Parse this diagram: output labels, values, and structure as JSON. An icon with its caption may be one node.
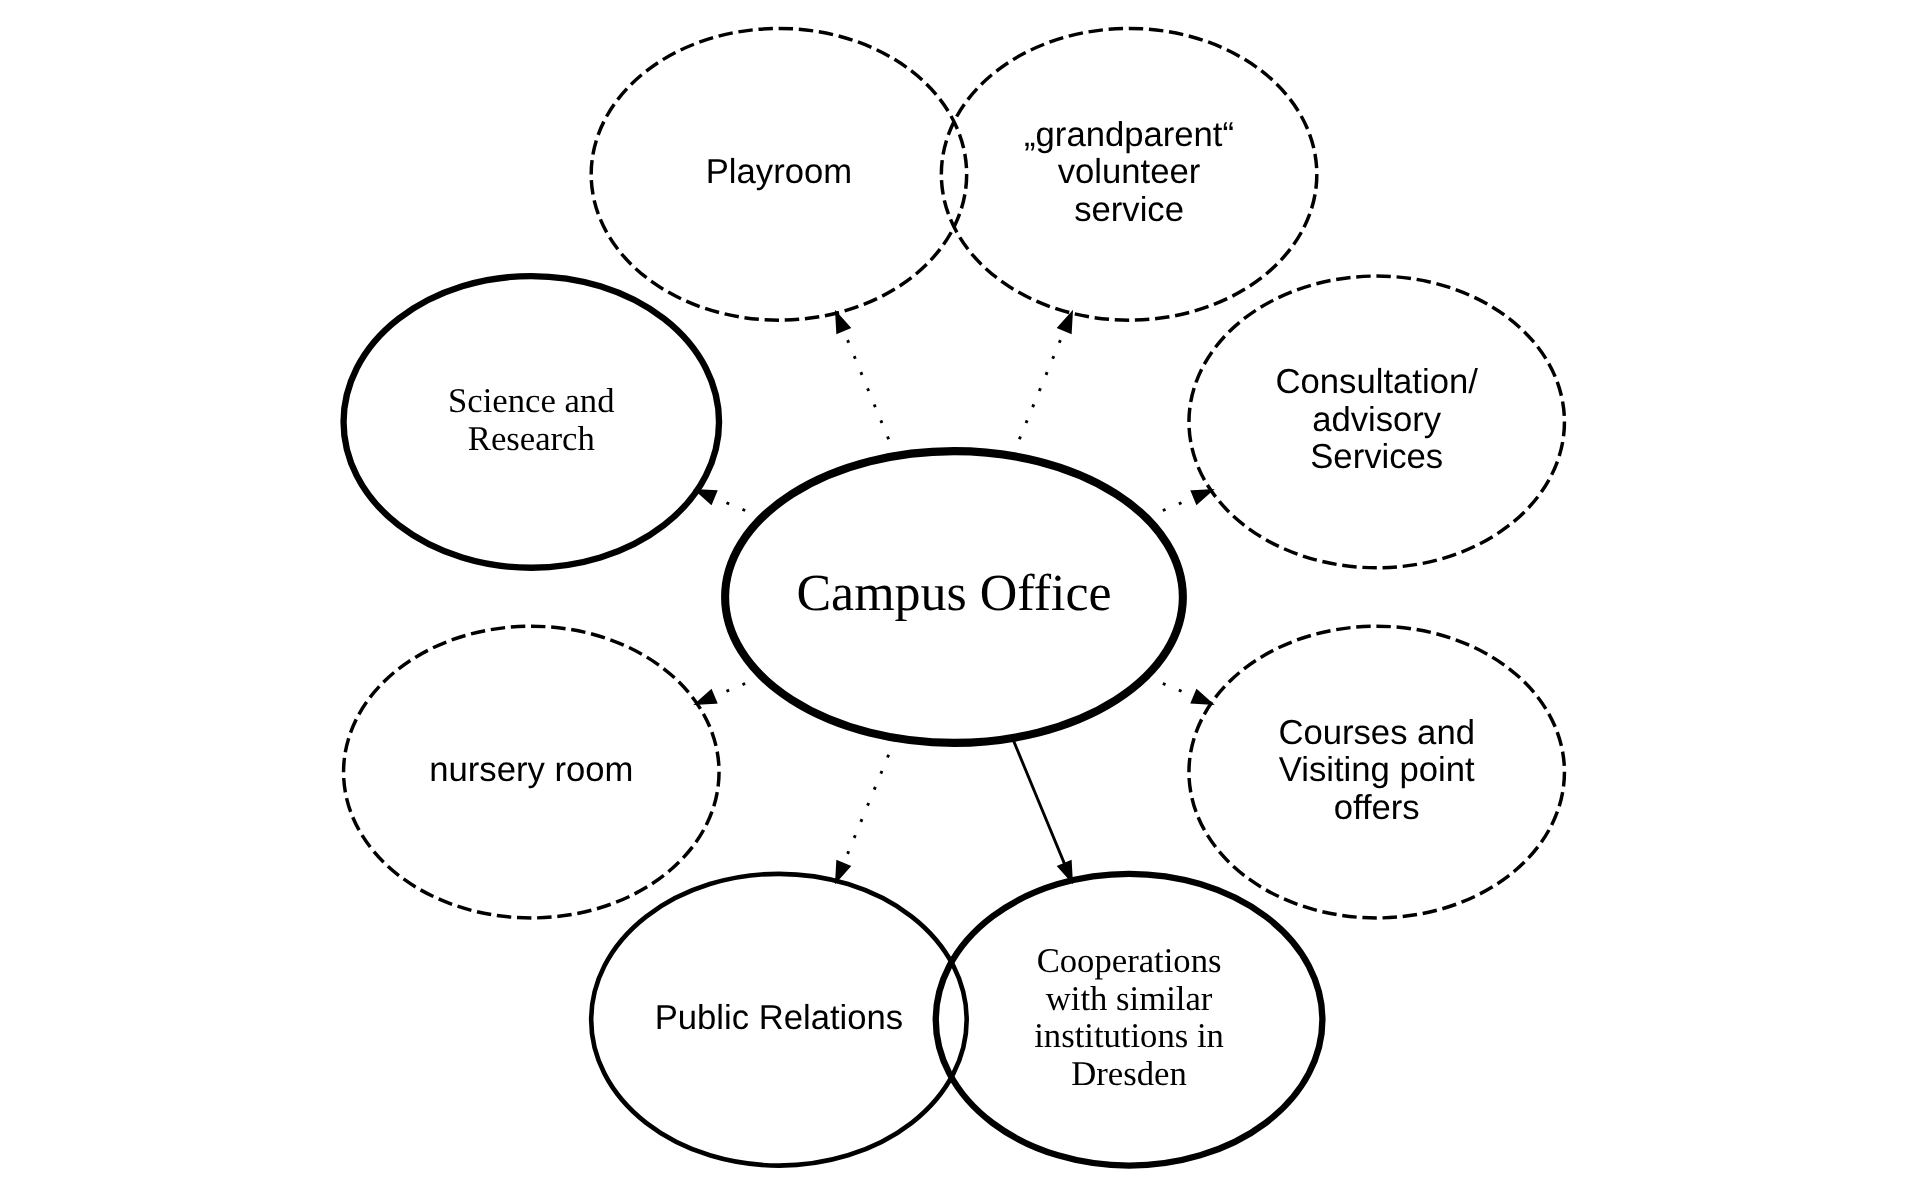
{
  "diagram": {
    "nodes": [
      {
        "text": [
          "Consultation/ advisory Services"
        ]
      },
      {
        "text": [
          "„grandparent“ volunteer service"
        ]
      },
      {
        "text": [
          "Playroom"
        ]
      },
      {
        "text": [
          "Science and Research"
        ]
      },
      {
        "text": [
          "Campus Office"
        ]
      },
      {
        "text": [
          "nursery room"
        ]
      },
      {
        "text": [
          "Public Relations"
        ]
      },
      {
        "text": [
          "Cooperations with similar institutions in Dresden"
        ]
      },
      {
        "text": [
          "Courses and Visiting point offers"
        ]
      }
    ],
    "edges": [
      {
        "from": 4,
        "to": 0,
        "arrow": "to",
        "style": "dashed"
      },
      {
        "from": 4,
        "to": 1,
        "arrow": "to",
        "style": "dashed"
      },
      {
        "from": 4,
        "to": 2,
        "arrow": "to",
        "style": "dashed"
      },
      {
        "from": 4,
        "to": 3,
        "arrow": "to",
        "style": "dashed"
      },
      {
        "from": 4,
        "to": 5,
        "arrow": "to",
        "style": "dashed"
      },
      {
        "from": 4,
        "to": 6,
        "arrow": "to",
        "style": "dashed"
      },
      {
        "from": 4,
        "to": 7,
        "arrow": "to"
      },
      {
        "from": 4,
        "to": 8,
        "arrow": "to",
        "style": "dashed"
      }
    ]
  }
}
